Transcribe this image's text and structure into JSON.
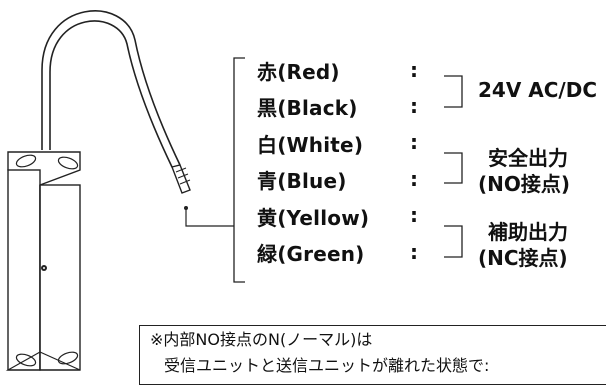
{
  "wires": [
    {
      "label": "赤(Red)"
    },
    {
      "label": "黒(Black)"
    },
    {
      "label": "白(White)"
    },
    {
      "label": "青(Blue)"
    },
    {
      "label": "黄(Yellow)"
    },
    {
      "label": "緑(Green)"
    }
  ],
  "colon": ":",
  "groups": {
    "power": {
      "line1": "24V AC/DC"
    },
    "safety": {
      "line1": "安全出力",
      "line2": "(NO接点)"
    },
    "aux": {
      "line1": "補助出力",
      "line2": "(NC接点)"
    }
  },
  "note": {
    "line1": "※内部NO接点のN(ノーマル)は",
    "line2": "受信ユニットと送信ユニットが離れた状態で:"
  }
}
